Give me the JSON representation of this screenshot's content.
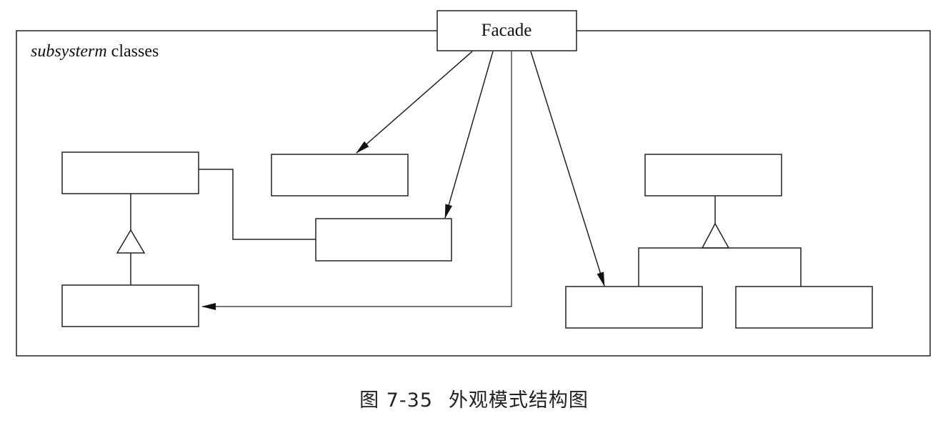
{
  "diagram": {
    "facade_label": "Facade",
    "subsystem_label_italic": "subsysterm",
    "subsystem_label_rest": " classes"
  },
  "caption": {
    "figure_number": "图 7-35",
    "figure_title": "外观模式结构图"
  }
}
